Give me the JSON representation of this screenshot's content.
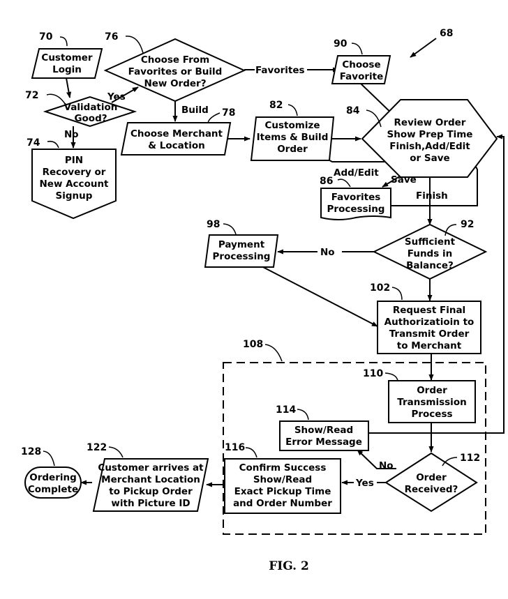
{
  "figure_number": "68",
  "figure_caption": "FIG. 2",
  "nodes": {
    "customer_login": {
      "ref": "70",
      "lines": [
        "Customer",
        "Login"
      ]
    },
    "validation": {
      "ref": "72",
      "lines": [
        "Validation",
        "Good?"
      ]
    },
    "pin_recovery": {
      "ref": "74",
      "lines": [
        "PIN",
        "Recovery or",
        "New Account",
        "Signup"
      ]
    },
    "choose_from": {
      "ref": "76",
      "lines": [
        "Choose From",
        "Favorites or Build",
        "New Order?"
      ]
    },
    "choose_merchant": {
      "ref": "78",
      "lines": [
        "Choose Merchant",
        "& Location"
      ]
    },
    "customize": {
      "ref": "82",
      "lines": [
        "Customize",
        "Items & Build",
        "Order"
      ]
    },
    "review_order": {
      "ref": "84",
      "lines": [
        "Review Order",
        "Show Prep Time",
        "Finish,Add/Edit",
        "or Save"
      ]
    },
    "favorites_processing": {
      "ref": "86",
      "lines": [
        "Favorites",
        "Processing"
      ]
    },
    "choose_favorite": {
      "ref": "90",
      "lines": [
        "Choose",
        "Favorite"
      ]
    },
    "sufficient_funds": {
      "ref": "92",
      "lines": [
        "Sufficient",
        "Funds in",
        "Balance?"
      ]
    },
    "payment_processing": {
      "ref": "98",
      "lines": [
        "Payment",
        "Processing"
      ]
    },
    "request_final": {
      "ref": "102",
      "lines": [
        "Request Final",
        "Authorizatioin to",
        "Transmit Order",
        "to Merchant"
      ]
    },
    "transmission_block": {
      "ref": "108"
    },
    "order_transmission": {
      "ref": "110",
      "lines": [
        "Order",
        "Transmission",
        "Process"
      ]
    },
    "order_received": {
      "ref": "112",
      "lines": [
        "Order",
        "Received?"
      ]
    },
    "error_message": {
      "ref": "114",
      "lines": [
        "Show/Read",
        "Error Message"
      ]
    },
    "confirm_success": {
      "ref": "116",
      "lines": [
        "Confirm Success",
        "Show/Read",
        "Exact Pickup Time",
        "and Order Number"
      ]
    },
    "customer_arrives": {
      "ref": "122",
      "lines": [
        "Customer arrives at",
        "Merchant Location",
        "to Pickup Order",
        "with Picture ID"
      ]
    },
    "ordering_complete": {
      "ref": "128",
      "lines": [
        "Ordering",
        "Complete"
      ]
    }
  },
  "edge_labels": {
    "yes_validation": "Yes",
    "no_validation": "No",
    "favorites": "Favorites",
    "build": "Build",
    "add_edit": "Add/Edit",
    "save": "Save",
    "finish": "Finish",
    "no_funds": "No",
    "no_received": "No",
    "yes_received": "Yes"
  }
}
